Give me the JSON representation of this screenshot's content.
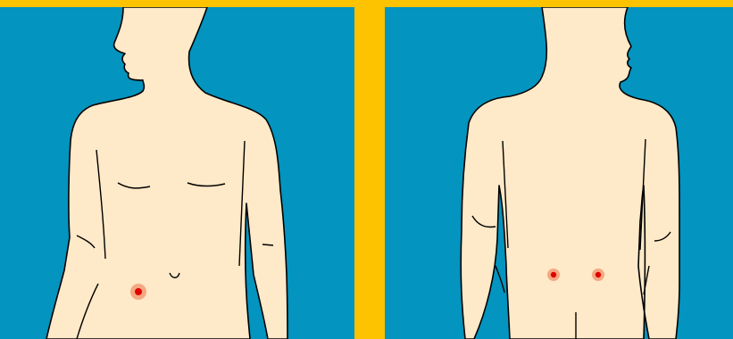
{
  "colors": {
    "frame": "#FDC300",
    "panel_background": "#0394BF",
    "skin": "#FEE9C8",
    "outline": "#000000",
    "pain_point_core": "#E00000",
    "pain_point_halo": "#F4A882"
  },
  "panels": [
    {
      "view": "front",
      "pain_points": 1
    },
    {
      "view": "back",
      "pain_points": 2
    }
  ]
}
